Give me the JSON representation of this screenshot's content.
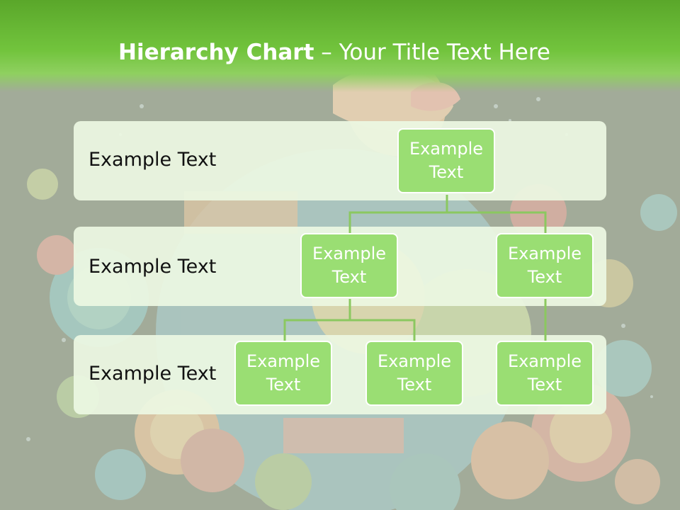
{
  "title": {
    "main": "Hierarchy Chart",
    "sep": " – ",
    "rest": "Your Title Text Here"
  },
  "levels": [
    {
      "label": "Example Text"
    },
    {
      "label": "Example Text"
    },
    {
      "label": "Example Text"
    }
  ],
  "nodes": {
    "root": "Example Text",
    "mid_left": "Example Text",
    "mid_right": "Example Text",
    "leaf_1": "Example Text",
    "leaf_2": "Example Text",
    "leaf_3": "Example Text"
  },
  "edges": [
    [
      "root",
      "mid_left"
    ],
    [
      "root",
      "mid_right"
    ],
    [
      "mid_left",
      "leaf_1"
    ],
    [
      "mid_left",
      "leaf_2"
    ],
    [
      "mid_right",
      "leaf_3"
    ]
  ],
  "colors": {
    "header_green": "#72c43d",
    "node_fill": "#9ade73",
    "connector": "#8bc860",
    "band_fill": "#ecf8e2"
  }
}
